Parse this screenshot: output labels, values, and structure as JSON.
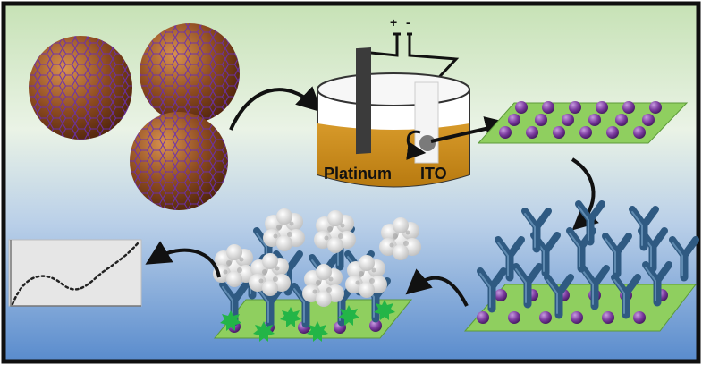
{
  "figure": {
    "power_supply": {
      "plus": "+",
      "minus": "-"
    },
    "electrodes": {
      "left": "Platinum",
      "right": "ITO"
    }
  },
  "colors": {
    "background_top": "#cfe6bd",
    "background_bottom": "#5f8fcf",
    "frame": "#0f0f0f",
    "electrolyte": "#c48a1a",
    "nanoparticle": "#7a3f1c",
    "graphene_mesh": "#6a2fb0",
    "substrate": "#8fcf5f",
    "gold_dot": "#7a3a9e",
    "antibody": "#2f5a82",
    "antigen": "#f0f0f0",
    "marker": "#23b547"
  },
  "icons": [
    "graphene-coated-nanoparticle",
    "electrochemical-cell",
    "decorated-electrode",
    "antibody",
    "antigen-cluster",
    "signal-plot"
  ]
}
